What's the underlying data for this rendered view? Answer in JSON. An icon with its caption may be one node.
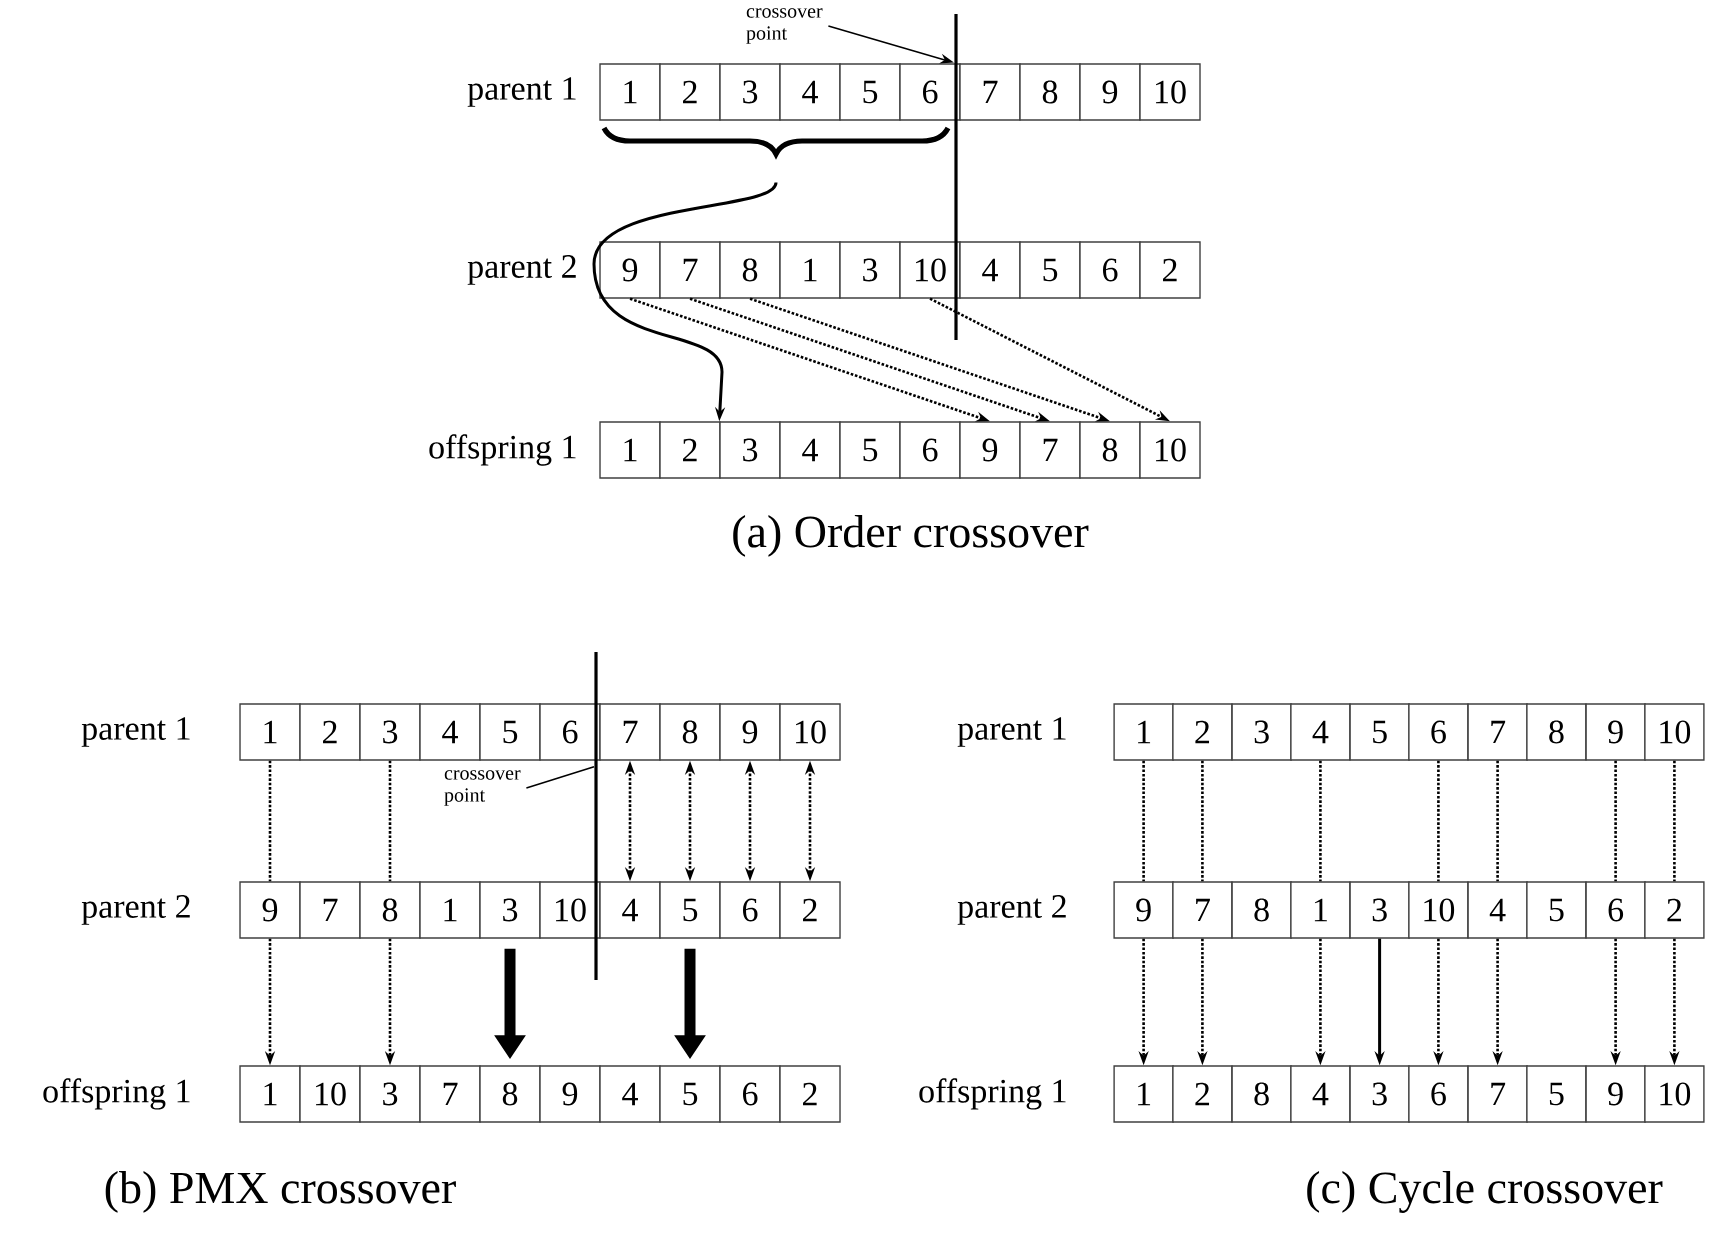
{
  "diagram": {
    "nodes": [
      {
        "text": [
          "crossover point"
        ]
      },
      {
        "text": [
          "1"
        ]
      },
      {
        "text": [
          "2"
        ]
      },
      {
        "text": [
          "3"
        ]
      },
      {
        "text": [
          "4"
        ]
      },
      {
        "text": [
          "5"
        ]
      },
      {
        "text": [
          "6"
        ]
      },
      {
        "text": [
          "7"
        ]
      },
      {
        "text": [
          "8"
        ]
      },
      {
        "text": [
          "9"
        ]
      },
      {
        "text": [
          "10"
        ]
      },
      {
        "text": [],
        "shape": "brace"
      },
      {
        "text": [
          "9"
        ]
      },
      {
        "text": [
          "7"
        ]
      },
      {
        "text": [
          "8"
        ]
      },
      {
        "text": [
          "1"
        ]
      },
      {
        "text": [
          "3"
        ]
      },
      {
        "text": [
          "10"
        ]
      },
      {
        "text": [
          "4"
        ]
      },
      {
        "text": [
          "5"
        ]
      },
      {
        "text": [
          "6"
        ]
      },
      {
        "text": [
          "2"
        ]
      },
      {
        "text": [
          "1"
        ]
      },
      {
        "text": [
          "2"
        ]
      },
      {
        "text": [
          "3"
        ]
      },
      {
        "text": [
          "4"
        ]
      },
      {
        "text": [
          "5"
        ]
      },
      {
        "text": [
          "6"
        ]
      },
      {
        "text": [
          "9"
        ]
      },
      {
        "text": [
          "7"
        ]
      },
      {
        "text": [
          "8"
        ]
      },
      {
        "text": [
          "10"
        ]
      },
      {
        "text": [
          "1"
        ]
      },
      {
        "text": [
          "2"
        ]
      },
      {
        "text": [
          "3"
        ]
      },
      {
        "text": [
          "4"
        ]
      },
      {
        "text": [
          "5"
        ]
      },
      {
        "text": [
          "6"
        ]
      },
      {
        "text": [
          "7"
        ]
      },
      {
        "text": [
          "8"
        ]
      },
      {
        "text": [
          "9"
        ]
      },
      {
        "text": [
          "10"
        ]
      },
      {
        "text": [
          "crossover point"
        ]
      },
      {
        "text": [
          "9"
        ]
      },
      {
        "text": [
          "7"
        ]
      },
      {
        "text": [
          "8"
        ]
      },
      {
        "text": [
          "1"
        ]
      },
      {
        "text": [
          "3"
        ]
      },
      {
        "text": [
          "10"
        ]
      },
      {
        "text": [
          "4"
        ]
      },
      {
        "text": [
          "5"
        ]
      },
      {
        "text": [
          "6"
        ]
      },
      {
        "text": [
          "2"
        ]
      },
      {
        "text": [
          "1"
        ]
      },
      {
        "text": [
          "10"
        ]
      },
      {
        "text": [
          "3"
        ]
      },
      {
        "text": [
          "7"
        ]
      },
      {
        "text": [
          "8"
        ]
      },
      {
        "text": [
          "9"
        ]
      },
      {
        "text": [
          "4"
        ]
      },
      {
        "text": [
          "5"
        ]
      },
      {
        "text": [
          "6"
        ]
      },
      {
        "text": [
          "2"
        ]
      },
      {
        "text": [
          "1"
        ]
      },
      {
        "text": [
          "2"
        ]
      },
      {
        "text": [
          "3"
        ]
      },
      {
        "text": [
          "4"
        ]
      },
      {
        "text": [
          "5"
        ]
      },
      {
        "text": [
          "6"
        ]
      },
      {
        "text": [
          "7"
        ]
      },
      {
        "text": [
          "8"
        ]
      },
      {
        "text": [
          "9"
        ]
      },
      {
        "text": [
          "10"
        ]
      },
      {
        "text": [
          "9"
        ]
      },
      {
        "text": [
          "7"
        ]
      },
      {
        "text": [
          "8"
        ]
      },
      {
        "text": [
          "1"
        ]
      },
      {
        "text": [
          "3"
        ]
      },
      {
        "text": [
          "10"
        ]
      },
      {
        "text": [
          "4"
        ]
      },
      {
        "text": [
          "5"
        ]
      },
      {
        "text": [
          "6"
        ]
      },
      {
        "text": [
          "2"
        ]
      },
      {
        "text": [
          "1"
        ]
      },
      {
        "text": [
          "2"
        ]
      },
      {
        "text": [
          "8"
        ]
      },
      {
        "text": [
          "4"
        ]
      },
      {
        "text": [
          "3"
        ]
      },
      {
        "text": [
          "6"
        ]
      },
      {
        "text": [
          "7"
        ]
      },
      {
        "text": [
          "5"
        ]
      },
      {
        "text": [
          "9"
        ]
      },
      {
        "text": [
          "10"
        ]
      },
      {
        "text": [],
        "shape": "line"
      },
      {
        "text": [],
        "shape": "line"
      }
    ],
    "edges": [
      {
        "from": 0,
        "to": 93,
        "arrow": "to"
      },
      {
        "from": 11,
        "to": 24,
        "arrow": "to"
      },
      {
        "from": 12,
        "to": 28,
        "arrow": "to",
        "style": "dashed"
      },
      {
        "from": 13,
        "to": 29,
        "arrow": "to",
        "style": "dashed"
      },
      {
        "from": 14,
        "to": 30,
        "arrow": "to",
        "style": "dashed"
      },
      {
        "from": 17,
        "to": 31,
        "arrow": "to",
        "style": "dashed"
      },
      {
        "from": 42,
        "to": 94,
        "arrow": "none"
      },
      {
        "from": 32,
        "to": 43,
        "arrow": "none",
        "style": "dashed"
      },
      {
        "from": 34,
        "to": 45,
        "arrow": "none",
        "style": "dashed"
      },
      {
        "from": 43,
        "to": 53,
        "arrow": "to",
        "style": "dashed"
      },
      {
        "from": 45,
        "to": 55,
        "arrow": "to",
        "style": "dashed"
      },
      {
        "from": 38,
        "to": 49,
        "arrow": "both",
        "style": "dashed"
      },
      {
        "from": 39,
        "to": 50,
        "arrow": "both",
        "style": "dashed"
      },
      {
        "from": 40,
        "to": 51,
        "arrow": "both",
        "style": "dashed"
      },
      {
        "from": 41,
        "to": 52,
        "arrow": "both",
        "style": "dashed"
      },
      {
        "from": 47,
        "to": 57,
        "arrow": "to",
        "style": "thick"
      },
      {
        "from": 50,
        "to": 60,
        "arrow": "to",
        "style": "thick"
      },
      {
        "from": 63,
        "to": 73,
        "arrow": "none",
        "style": "dashed"
      },
      {
        "from": 64,
        "to": 74,
        "arrow": "none",
        "style": "dashed"
      },
      {
        "from": 66,
        "to": 76,
        "arrow": "none",
        "style": "dashed"
      },
      {
        "from": 68,
        "to": 78,
        "arrow": "none",
        "style": "dashed"
      },
      {
        "from": 69,
        "to": 79,
        "arrow": "none",
        "style": "dashed"
      },
      {
        "from": 71,
        "to": 81,
        "arrow": "none",
        "style": "dashed"
      },
      {
        "from": 72,
        "to": 82,
        "arrow": "none",
        "style": "dashed"
      },
      {
        "from": 73,
        "to": 83,
        "arrow": "to",
        "style": "dashed"
      },
      {
        "from": 74,
        "to": 84,
        "arrow": "to",
        "style": "dashed"
      },
      {
        "from": 76,
        "to": 86,
        "arrow": "to",
        "style": "dashed"
      },
      {
        "from": 77,
        "to": 87,
        "arrow": "to"
      },
      {
        "from": 78,
        "to": 88,
        "arrow": "to",
        "style": "dashed"
      },
      {
        "from": 79,
        "to": 89,
        "arrow": "to",
        "style": "dashed"
      },
      {
        "from": 81,
        "to": 91,
        "arrow": "to",
        "style": "dashed"
      },
      {
        "from": 82,
        "to": 92,
        "arrow": "to",
        "style": "dashed"
      }
    ],
    "labels": [
      "parent 1",
      "parent 2",
      "offspring 1",
      "(a) Order crossover",
      "parent 1",
      "parent 2",
      "offspring 1",
      "(b) PMX crossover",
      "parent 1",
      "parent 2",
      "offspring 1",
      "(c) Cycle crossover"
    ]
  }
}
